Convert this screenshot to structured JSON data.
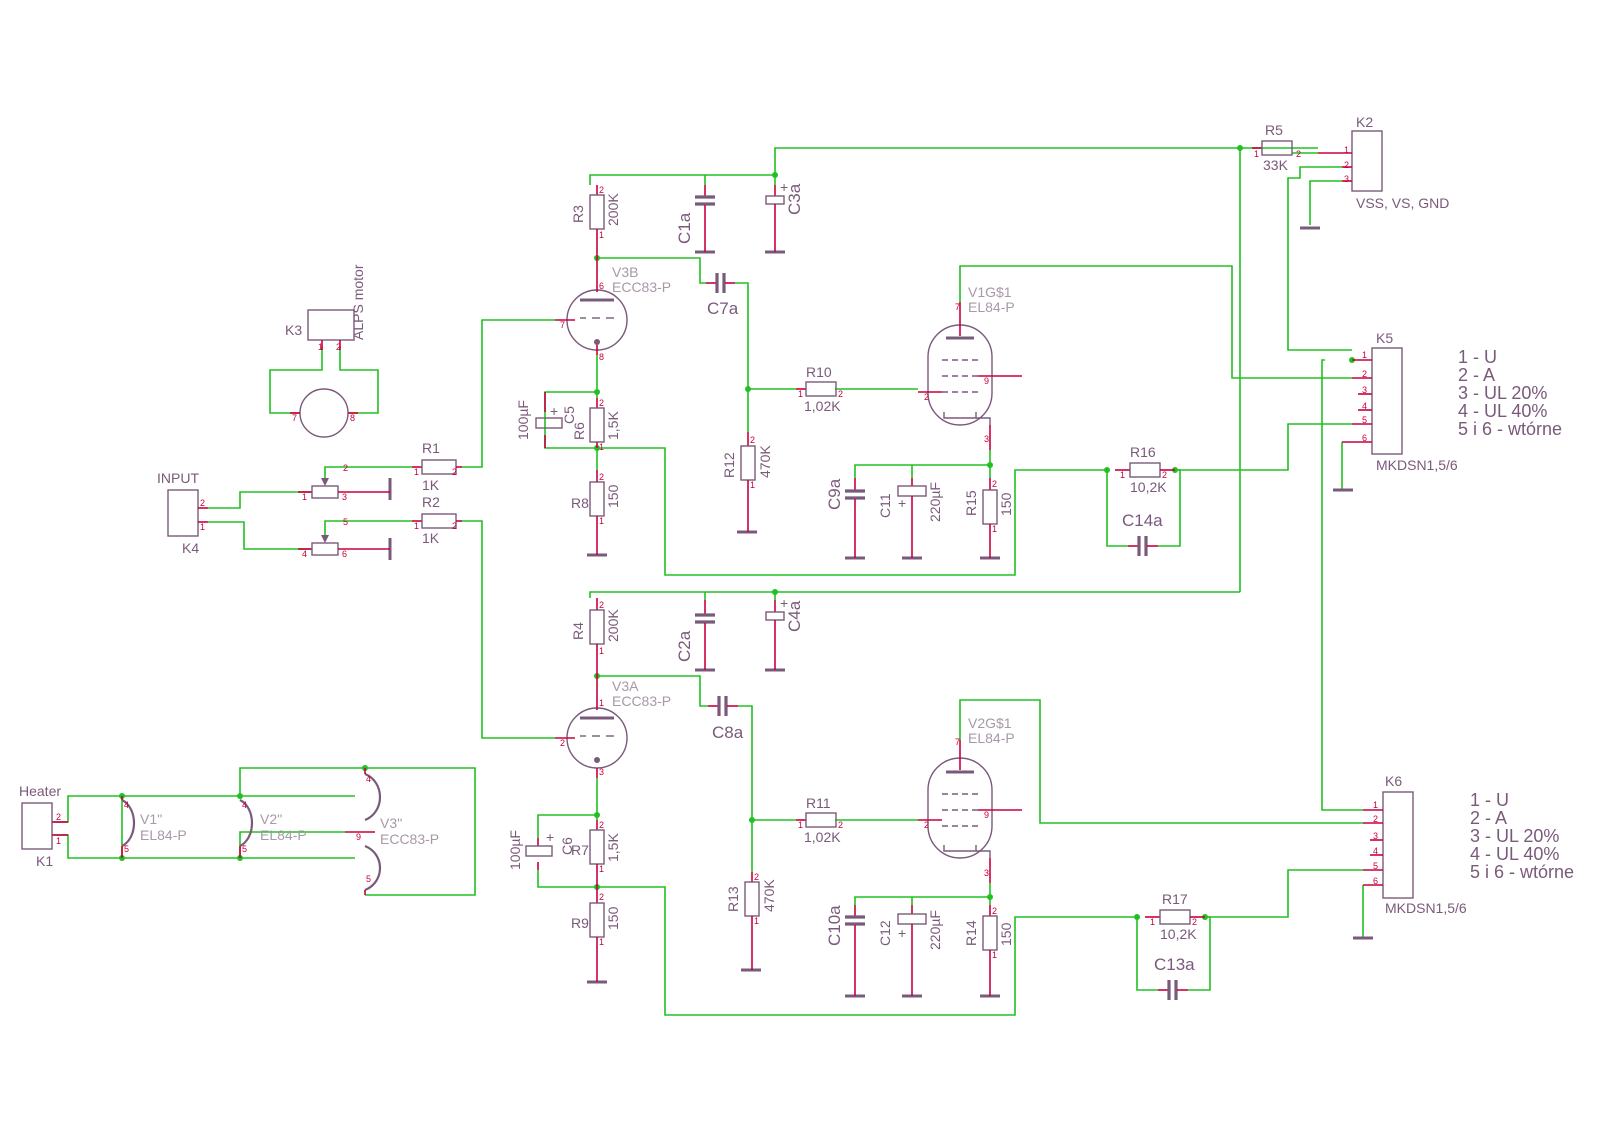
{
  "components": {
    "R1": {
      "ref": "R1",
      "value": "1K"
    },
    "R2": {
      "ref": "R2",
      "value": "1K"
    },
    "R3": {
      "ref": "R3",
      "value": "200K"
    },
    "R4": {
      "ref": "R4",
      "value": "200K"
    },
    "R5": {
      "ref": "R5",
      "value": "33K"
    },
    "R6": {
      "ref": "R6",
      "value": "1,5K"
    },
    "R7": {
      "ref": "R7",
      "value": "1,5K"
    },
    "R8": {
      "ref": "R8",
      "value": "150"
    },
    "R9": {
      "ref": "R9",
      "value": "150"
    },
    "R10": {
      "ref": "R10",
      "value": "1,02K"
    },
    "R11": {
      "ref": "R11",
      "value": "1,02K"
    },
    "R12": {
      "ref": "R12",
      "value": "470K"
    },
    "R13": {
      "ref": "R13",
      "value": "470K"
    },
    "R14": {
      "ref": "R14",
      "value": "150"
    },
    "R15": {
      "ref": "R15",
      "value": "150"
    },
    "R16": {
      "ref": "R16",
      "value": "10,2K"
    },
    "R17": {
      "ref": "R17",
      "value": "10,2K"
    },
    "C1a": {
      "ref": "C1a"
    },
    "C2a": {
      "ref": "C2a"
    },
    "C3a": {
      "ref": "C3a"
    },
    "C4a": {
      "ref": "C4a"
    },
    "C5": {
      "ref": "C5",
      "value": "100µF"
    },
    "C6": {
      "ref": "C6",
      "value": "100µF"
    },
    "C7a": {
      "ref": "C7a"
    },
    "C8a": {
      "ref": "C8a"
    },
    "C9a": {
      "ref": "C9a"
    },
    "C10a": {
      "ref": "C10a"
    },
    "C11": {
      "ref": "C11",
      "value": "220µF"
    },
    "C12": {
      "ref": "C12",
      "value": "220µF"
    },
    "C13a": {
      "ref": "C13a"
    },
    "C14a": {
      "ref": "C14a"
    },
    "V3B": {
      "ref": "V3B",
      "type": "ECC83-P"
    },
    "V3A": {
      "ref": "V3A",
      "type": "ECC83-P"
    },
    "V1G1": {
      "ref": "V1G$1",
      "type": "EL84-P"
    },
    "V2G1": {
      "ref": "V2G$1",
      "type": "EL84-P"
    },
    "V1h": {
      "ref": "V1''",
      "type": "EL84-P"
    },
    "V2h": {
      "ref": "V2''",
      "type": "EL84-P"
    },
    "V3h": {
      "ref": "V3''",
      "type": "ECC83-P"
    },
    "K1": {
      "ref": "K1",
      "label": "Heater"
    },
    "K2": {
      "ref": "K2",
      "label": "VSS, VS, GND"
    },
    "K3": {
      "ref": "K3",
      "label": "ALPS motor"
    },
    "K4": {
      "ref": "K4",
      "label": "INPUT"
    },
    "K5": {
      "ref": "K5",
      "label": "MKDSN1,5/6"
    },
    "K6": {
      "ref": "K6",
      "label": "MKDSN1,5/6"
    }
  },
  "legend_k5": [
    "1 - U",
    "2 - A",
    "3 - UL 20%",
    "4 - UL 40%",
    "5 i 6 - wtórne"
  ],
  "legend_k6": [
    "1 - U",
    "2 - A",
    "3 - UL 20%",
    "4 - UL 40%",
    "5 i 6 - wtórne"
  ],
  "pin_numbers": {
    "p1": "1",
    "p2": "2",
    "p3": "3",
    "p4": "4",
    "p5": "5",
    "p6": "6",
    "p7": "7",
    "p8": "8",
    "p9": "9"
  }
}
